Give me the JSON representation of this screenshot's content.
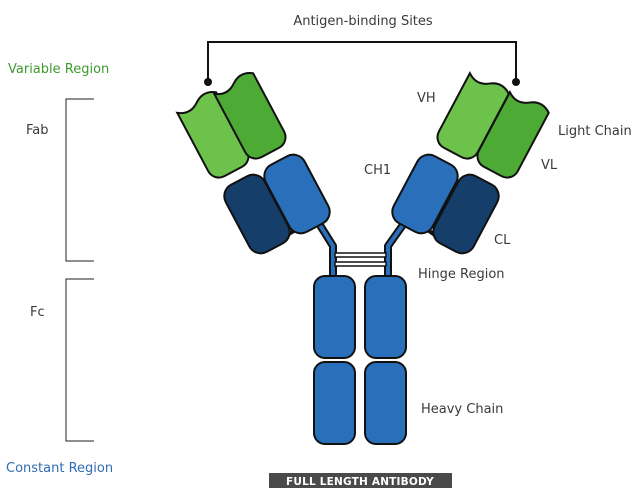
{
  "labels": {
    "antigen_binding_sites": "Antigen-binding Sites",
    "variable_region": "Variable Region",
    "constant_region": "Constant Region",
    "fab": "Fab",
    "fc": "Fc",
    "vh": "VH",
    "vl": "VL",
    "ch1": "CH1",
    "cl": "CL",
    "light_chain": "Light Chain",
    "heavy_chain": "Heavy Chain",
    "hinge_region": "Hinge Region",
    "caption": "FULL LENGTH ANTIBODY"
  },
  "colors": {
    "light_green": "#6cc24a",
    "green": "#4caa35",
    "heavy_blue": "#2a6fba",
    "dark_navy": "#163e6a",
    "outline": "#111111",
    "label_green": "#3e9a2f",
    "label_blue": "#2e6db4",
    "caption_bg": "#4a4a4a"
  }
}
